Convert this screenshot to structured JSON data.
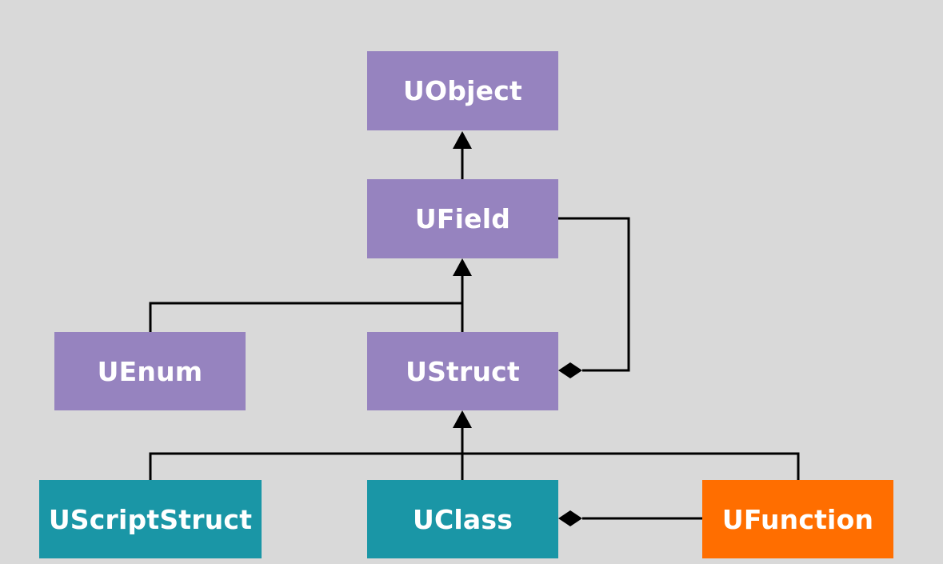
{
  "colors": {
    "background": "#d9d9d9",
    "purple": "#9683bf",
    "teal": "#1a96a6",
    "orange": "#ff6e00",
    "line": "#000000",
    "text": "#ffffff"
  },
  "nodes": {
    "uobject": {
      "label": "UObject",
      "color": "#9683bf"
    },
    "ufield": {
      "label": "UField",
      "color": "#9683bf"
    },
    "uenum": {
      "label": "UEnum",
      "color": "#9683bf"
    },
    "ustruct": {
      "label": "UStruct",
      "color": "#9683bf"
    },
    "uscriptstruct": {
      "label": "UScriptStruct",
      "color": "#1a96a6"
    },
    "uclass": {
      "label": "UClass",
      "color": "#1a96a6"
    },
    "ufunction": {
      "label": "UFunction",
      "color": "#ff6e00"
    }
  },
  "relations": [
    {
      "from": "ufield",
      "to": "uobject",
      "kind": "inheritance"
    },
    {
      "from": "ustruct",
      "to": "ufield",
      "kind": "inheritance"
    },
    {
      "from": "uenum",
      "to": "ufield",
      "kind": "inheritance"
    },
    {
      "from": "uscriptstruct",
      "to": "ustruct",
      "kind": "inheritance"
    },
    {
      "from": "uclass",
      "to": "ustruct",
      "kind": "inheritance"
    },
    {
      "from": "ufunction",
      "to": "ustruct",
      "kind": "inheritance"
    },
    {
      "from": "ufield",
      "to": "ustruct",
      "kind": "composition"
    },
    {
      "from": "ufunction",
      "to": "uclass",
      "kind": "composition"
    }
  ]
}
